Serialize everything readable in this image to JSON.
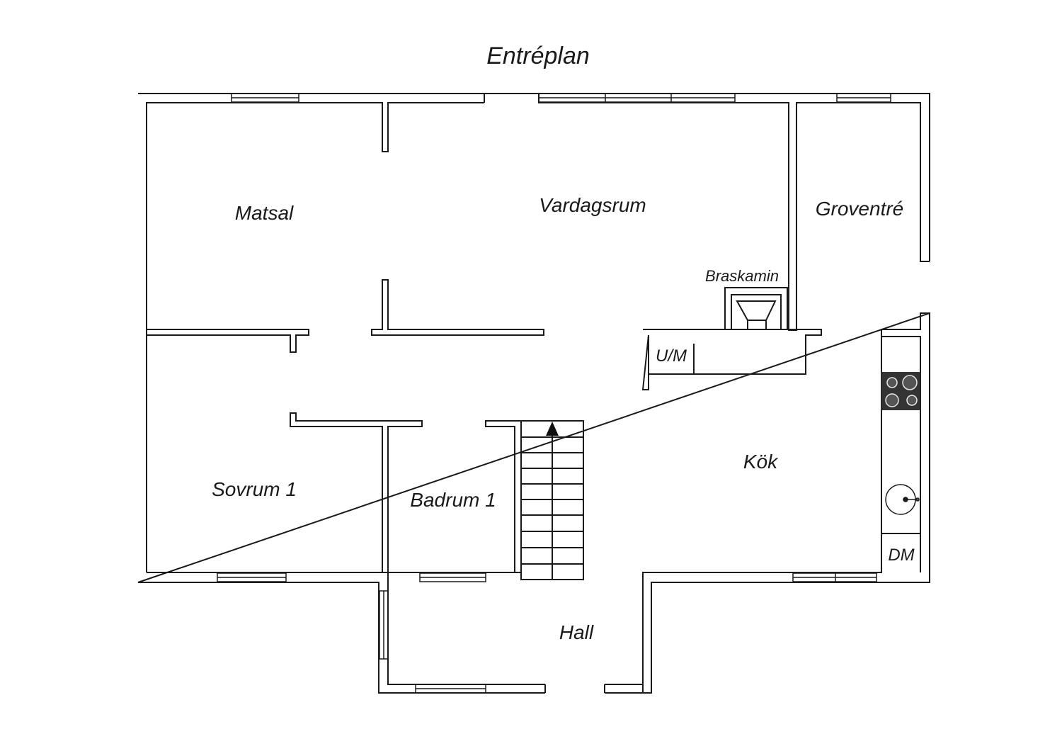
{
  "title": "Entréplan",
  "rooms": {
    "matsal": "Matsal",
    "vardagsrum": "Vardagsrum",
    "groventre": "Groventré",
    "braskamin": "Braskamin",
    "um": "U/M",
    "kok": "Kök",
    "sovrum": "Sovrum 1",
    "badrum": "Badrum 1",
    "hall": "Hall",
    "dm": "DM"
  }
}
